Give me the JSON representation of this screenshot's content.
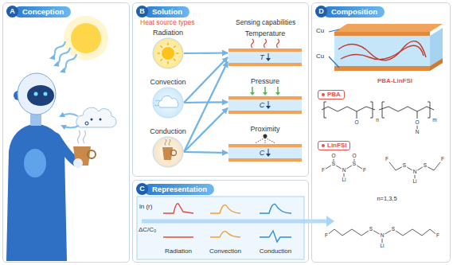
{
  "diagram": {
    "nodes": [
      {
        "text": [
          "A",
          "Conception"
        ]
      },
      {
        "text": [
          "B",
          "Solution"
        ]
      },
      {
        "text": [
          "Radiation"
        ],
        "in": 1
      },
      {
        "text": [
          "Convection"
        ],
        "in": 1
      },
      {
        "text": [
          "Conduction"
        ],
        "in": 1
      },
      {
        "text": [
          "Temperature",
          "T"
        ],
        "in": 1
      },
      {
        "text": [
          "Pressure",
          "C"
        ],
        "in": 1
      },
      {
        "text": [
          "Proximity",
          "C"
        ],
        "in": 1
      },
      {
        "text": [
          "C",
          "Representation"
        ]
      },
      {
        "text": [
          "D",
          "Composition"
        ]
      },
      {
        "text": [
          "PBA"
        ],
        "in": 9
      },
      {
        "text": [
          "LinFSI"
        ],
        "in": 9
      }
    ],
    "edges": [
      {
        "from": 2,
        "to": 5,
        "arrow": "to"
      },
      {
        "from": 3,
        "to": 5,
        "arrow": "to"
      },
      {
        "from": 3,
        "to": 6,
        "arrow": "to"
      },
      {
        "from": 4,
        "to": 5,
        "arrow": "to"
      },
      {
        "from": 4,
        "to": 6,
        "arrow": "to"
      },
      {
        "from": 4,
        "to": 7,
        "arrow": "to"
      }
    ],
    "labels": [
      "Heat source types",
      "Sensing capabilities",
      "ln (r)",
      "ΔC/C₀",
      "Radiation",
      "Convection",
      "Conduction",
      "Cu",
      "Cu",
      "PBA-LinFSI",
      "n",
      "m",
      "O",
      "O",
      "N",
      "n=1,3,5",
      "F",
      "S",
      "N",
      "S",
      "F",
      "O",
      "O",
      "Li",
      "S",
      "N",
      "S",
      "Li",
      "F",
      "F",
      "S",
      "N",
      "S",
      "Li",
      "F",
      "F"
    ]
  }
}
